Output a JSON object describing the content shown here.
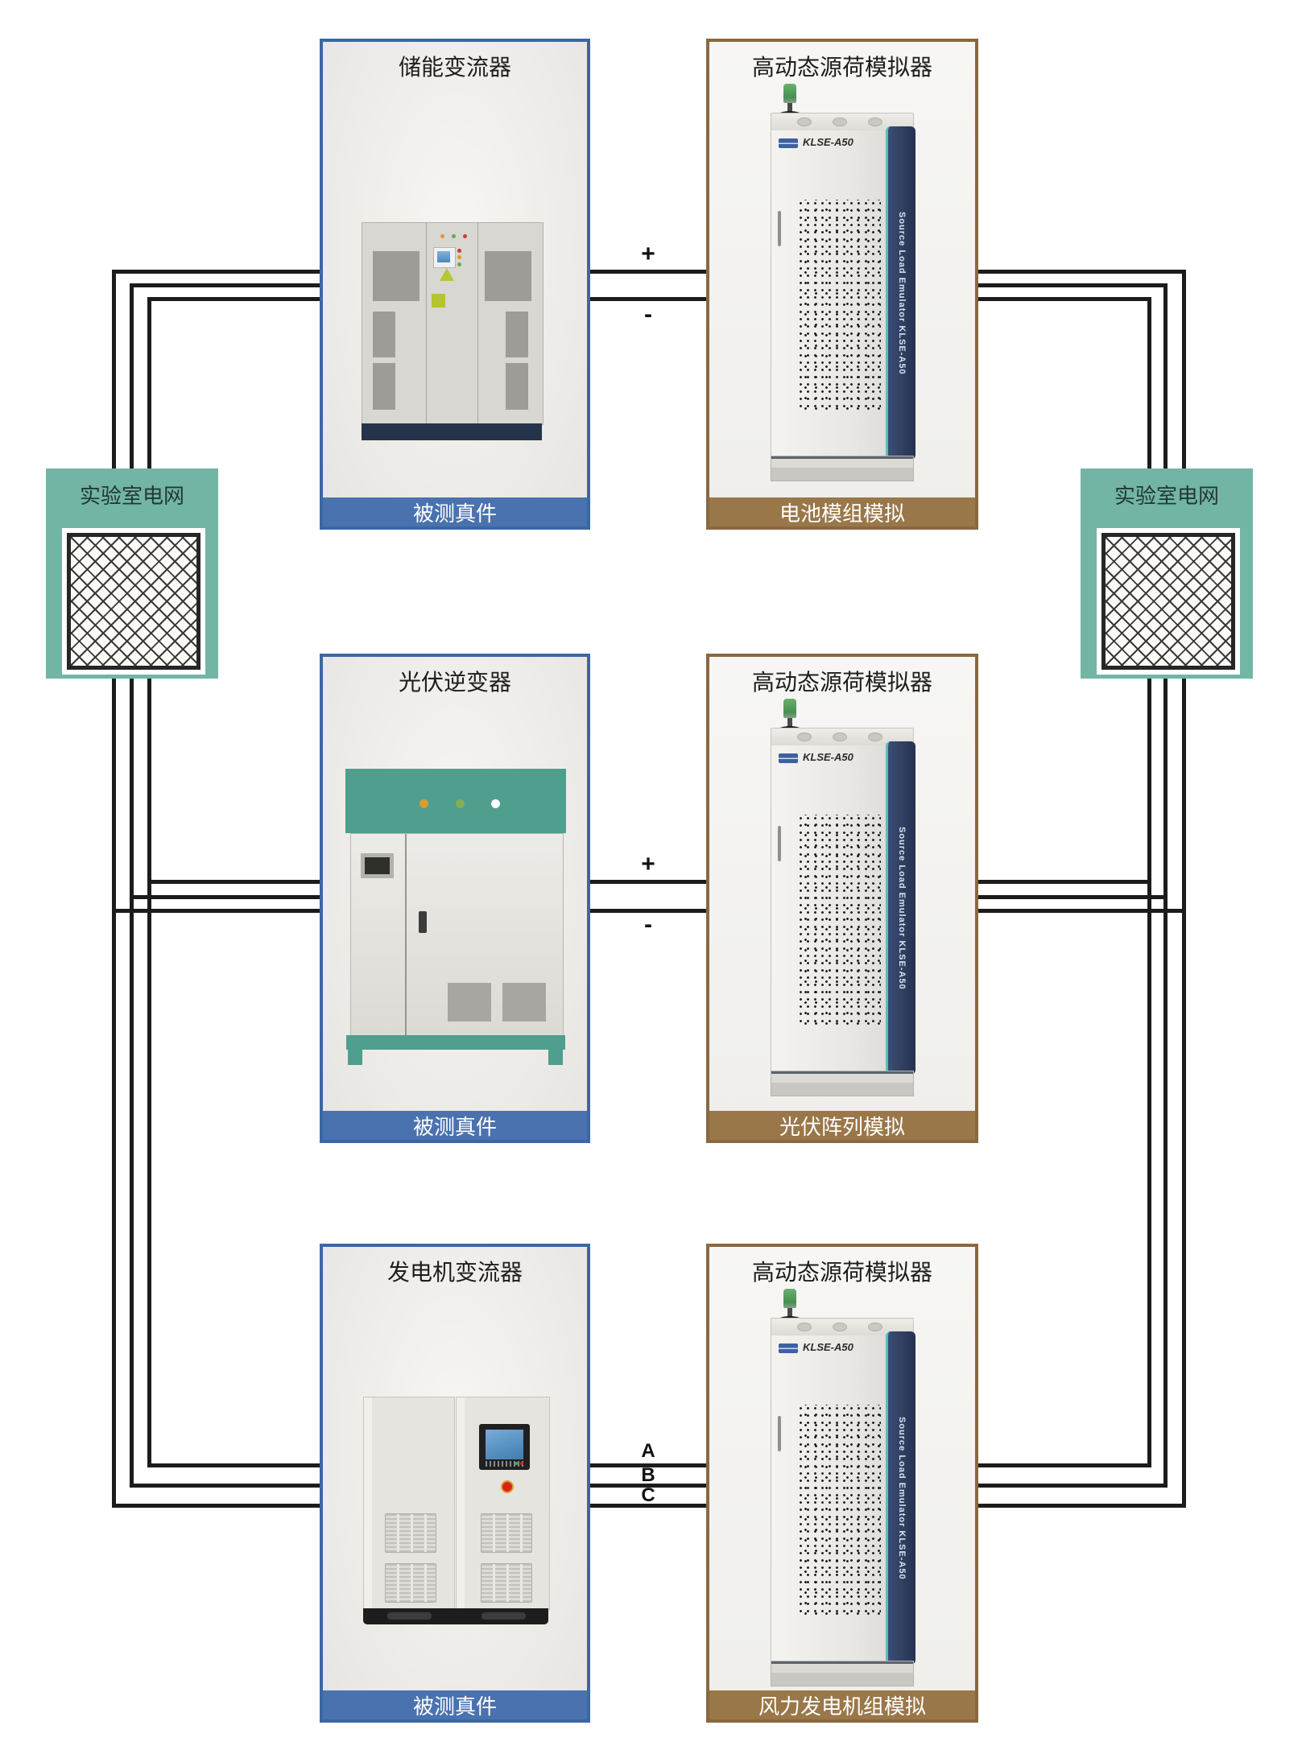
{
  "diagram": {
    "grids": {
      "left_label": "实验室电网",
      "right_label": "实验室电网"
    },
    "rows": [
      {
        "dut_title": "储能变流器",
        "dut_footer": "被测真件",
        "sim_title": "高动态源荷模拟器",
        "sim_footer": "电池模组模拟",
        "wire_labels": [
          "+",
          "-"
        ]
      },
      {
        "dut_title": "光伏逆变器",
        "dut_footer": "被测真件",
        "sim_title": "高动态源荷模拟器",
        "sim_footer": "光伏阵列模拟",
        "wire_labels": [
          "+",
          "-"
        ]
      },
      {
        "dut_title": "发电机变流器",
        "dut_footer": "被测真件",
        "sim_title": "高动态源荷模拟器",
        "sim_footer": "风力发电机组模拟",
        "wire_labels": [
          "A",
          "B",
          "C"
        ]
      }
    ],
    "device": {
      "model": "KLSE-A50",
      "side_text": "Source Load Emulator KLSE-A50"
    },
    "colors": {
      "dut_border": "#3a67a6",
      "dut_footer_bg": "#4a72ae",
      "sim_border": "#8a6840",
      "sim_footer_bg": "#9a7749",
      "grid_bg": "#72b5a5",
      "wire": "#1c1c1c"
    }
  }
}
